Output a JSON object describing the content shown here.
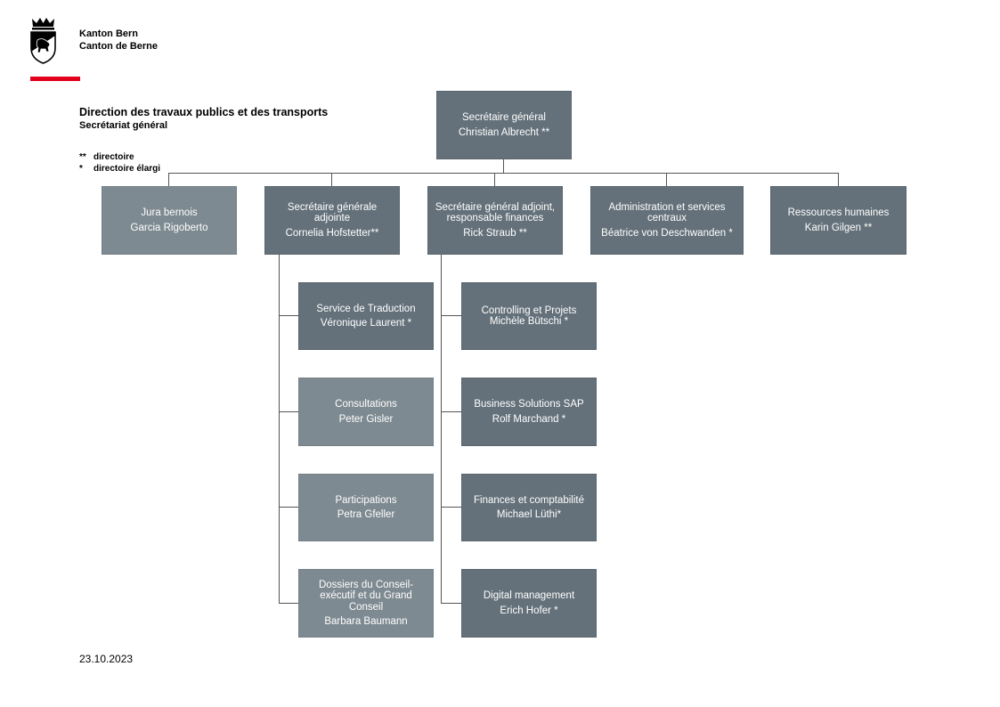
{
  "header": {
    "brand_line1": "Kanton Bern",
    "brand_line2": "Canton de Berne",
    "title": "Direction des travaux publics et des transports",
    "subtitle": "Secrétariat général"
  },
  "legend": [
    {
      "symbol": "**",
      "label": "directoire"
    },
    {
      "symbol": "*",
      "label": "directoire élargi"
    }
  ],
  "date": "23.10.2023",
  "colors": {
    "accent": "#e3001b",
    "box_dark": "#64717a",
    "box_light": "#7e8a91"
  },
  "org": {
    "root": {
      "role": "Secrétaire général",
      "person": "Christian Albrecht **"
    },
    "level1": [
      {
        "role": "Jura bernois",
        "person": "Garcia Rigoberto"
      },
      {
        "role": "Secrétaire générale adjointe",
        "person": "Cornelia Hofstetter**"
      },
      {
        "role": "Secrétaire général adjoint, responsable finances",
        "person": "Rick Straub **"
      },
      {
        "role": "Administration et services centraux",
        "person": "Béatrice von Deschwanden *"
      },
      {
        "role": "Ressources humaines",
        "person": "Karin Gilgen **"
      }
    ],
    "under_adjointe": [
      {
        "role": "Service de Traduction",
        "person": "Véronique Laurent *"
      },
      {
        "role": "Consultations",
        "person": "Peter Gisler"
      },
      {
        "role": "Participations",
        "person": "Petra Gfeller"
      },
      {
        "role": "Dossiers du Conseil-exécutif et du Grand Conseil",
        "person": "Barbara Baumann"
      }
    ],
    "under_finances": [
      {
        "role": "Controlling et Projets",
        "person": "Michèle Bütschi *"
      },
      {
        "role": "Business Solutions SAP",
        "person": "Rolf Marchand *"
      },
      {
        "role": "Finances et comptabilité",
        "person": "Michael Lüthi*"
      },
      {
        "role": "Digital management",
        "person": "Erich Hofer *"
      }
    ]
  }
}
